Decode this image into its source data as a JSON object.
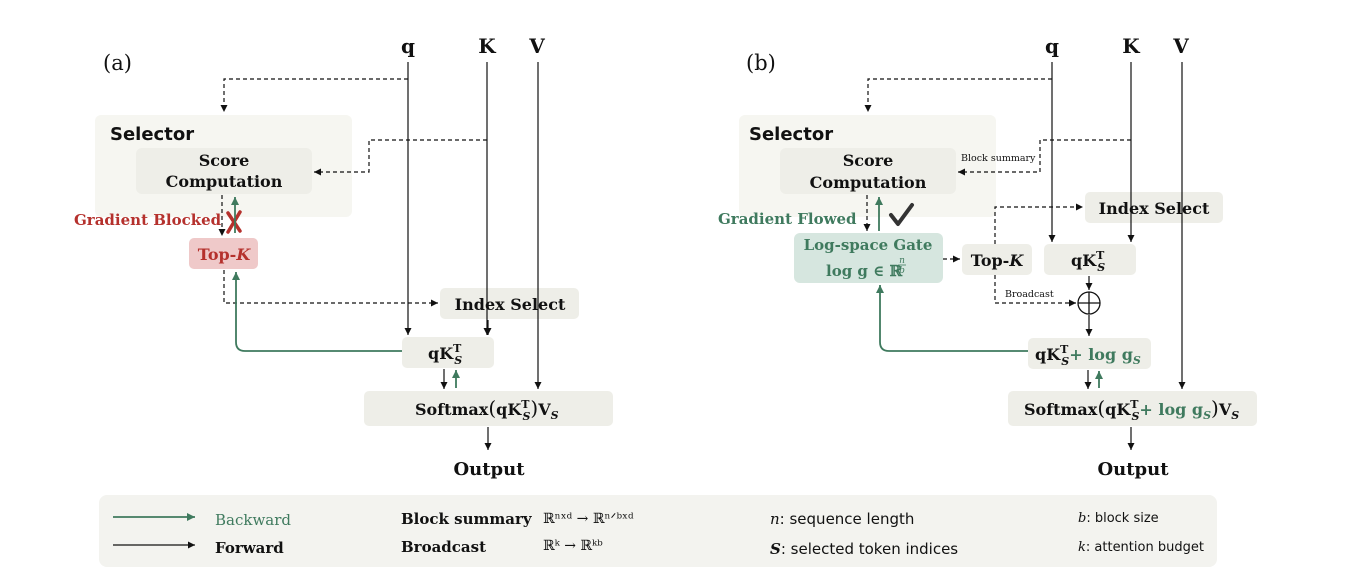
{
  "colors": {
    "backward": "#3f7a5e",
    "forward": "#111111",
    "blocked": "#b5312d",
    "box": "#eeeee8",
    "selector_bg": "#f6f6f1",
    "topk_bg": "#efc9c9",
    "gate_bg": "#d6e6df",
    "legend_bg": "#f3f3ef"
  },
  "icons": {
    "blocked": "cross-icon",
    "flowed": "checkmark-icon",
    "sum": "circled-plus-icon"
  },
  "panel_a": {
    "label": "(a)",
    "inputs": {
      "q": "q",
      "k": "K",
      "v": "V"
    },
    "selector_title": "Selector",
    "score_line1": "Score",
    "score_line2": "Computation",
    "gradient_text": "Gradient  Blocked",
    "topk_prefix": "Top-",
    "topk_k": "K",
    "index_select": "Index  Select",
    "qk_base": "qK",
    "qk_sup": "T",
    "qk_sub": "S",
    "softmax_prefix": "Softmax",
    "softmax_suffix": "V",
    "output": "Output"
  },
  "panel_b": {
    "label": "(b)",
    "inputs": {
      "q": "q",
      "k": "K",
      "v": "V"
    },
    "selector_title": "Selector",
    "score_line1": "Score",
    "score_line2": "Computation",
    "block_summary_tag": "Block summary",
    "broadcast_tag": "Broadcast",
    "gradient_text": "Gradient  Flowed",
    "gate_line1": "Log-space Gate",
    "gate_line2": "log g ∈ ℝ",
    "gate_exp_num": "n",
    "gate_exp_den": "b",
    "topk_prefix": "Top-",
    "topk_k": "K",
    "index_select": "Index  Select",
    "qk_base": "qK",
    "qk_sup": "T",
    "qk_sub": "S",
    "plus_log": "+ log g",
    "plus_log_sub": "S",
    "softmax_prefix": "Softmax",
    "softmax_suffix": "V",
    "output": "Output"
  },
  "legend": {
    "backward": "Backward",
    "forward": "Forward",
    "block_summary_label": "Block summary",
    "block_summary_formula": "ℝⁿˣᵈ → ℝⁿᐟᵇˣᵈ",
    "broadcast_label": "Broadcast",
    "broadcast_formula": "ℝᵏ → ℝᵏᵇ",
    "n_sym": "n",
    "n_desc": ": sequence length",
    "s_sym": "S",
    "s_desc": ": selected token indices",
    "b_sym": "b",
    "b_desc": ": block size",
    "k_sym": "k",
    "k_desc": ": attention budget"
  }
}
